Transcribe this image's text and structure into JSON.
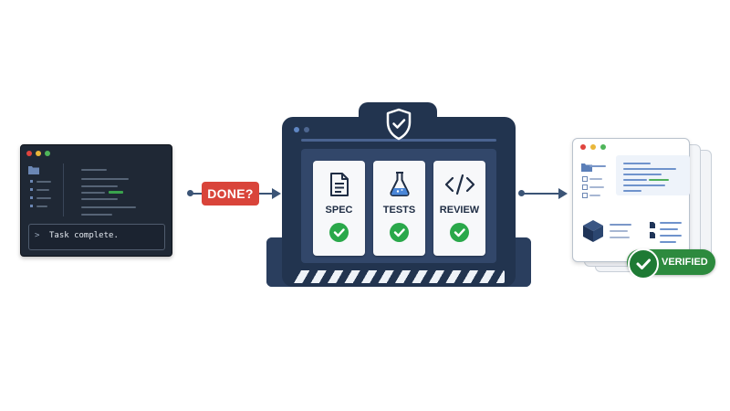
{
  "terminal": {
    "window_controls": [
      "close",
      "minimize",
      "maximize"
    ],
    "folder_icon": "folder-icon",
    "prompt": ">",
    "message": "Task complete."
  },
  "badge": {
    "label": "DONE?",
    "color": "#d9443a"
  },
  "gate": {
    "shield_icon": "shield-check-icon",
    "cards": [
      {
        "label": "SPEC",
        "icon": "document-icon",
        "status": "check"
      },
      {
        "label": "TESTS",
        "icon": "flask-icon",
        "status": "check"
      },
      {
        "label": "REVIEW",
        "icon": "code-icon",
        "status": "check"
      }
    ]
  },
  "result": {
    "badge_label": "VERIFIED",
    "badge_color": "#2d8a3e",
    "icons": [
      "folder-icon",
      "cube-icon",
      "file-icon"
    ]
  }
}
